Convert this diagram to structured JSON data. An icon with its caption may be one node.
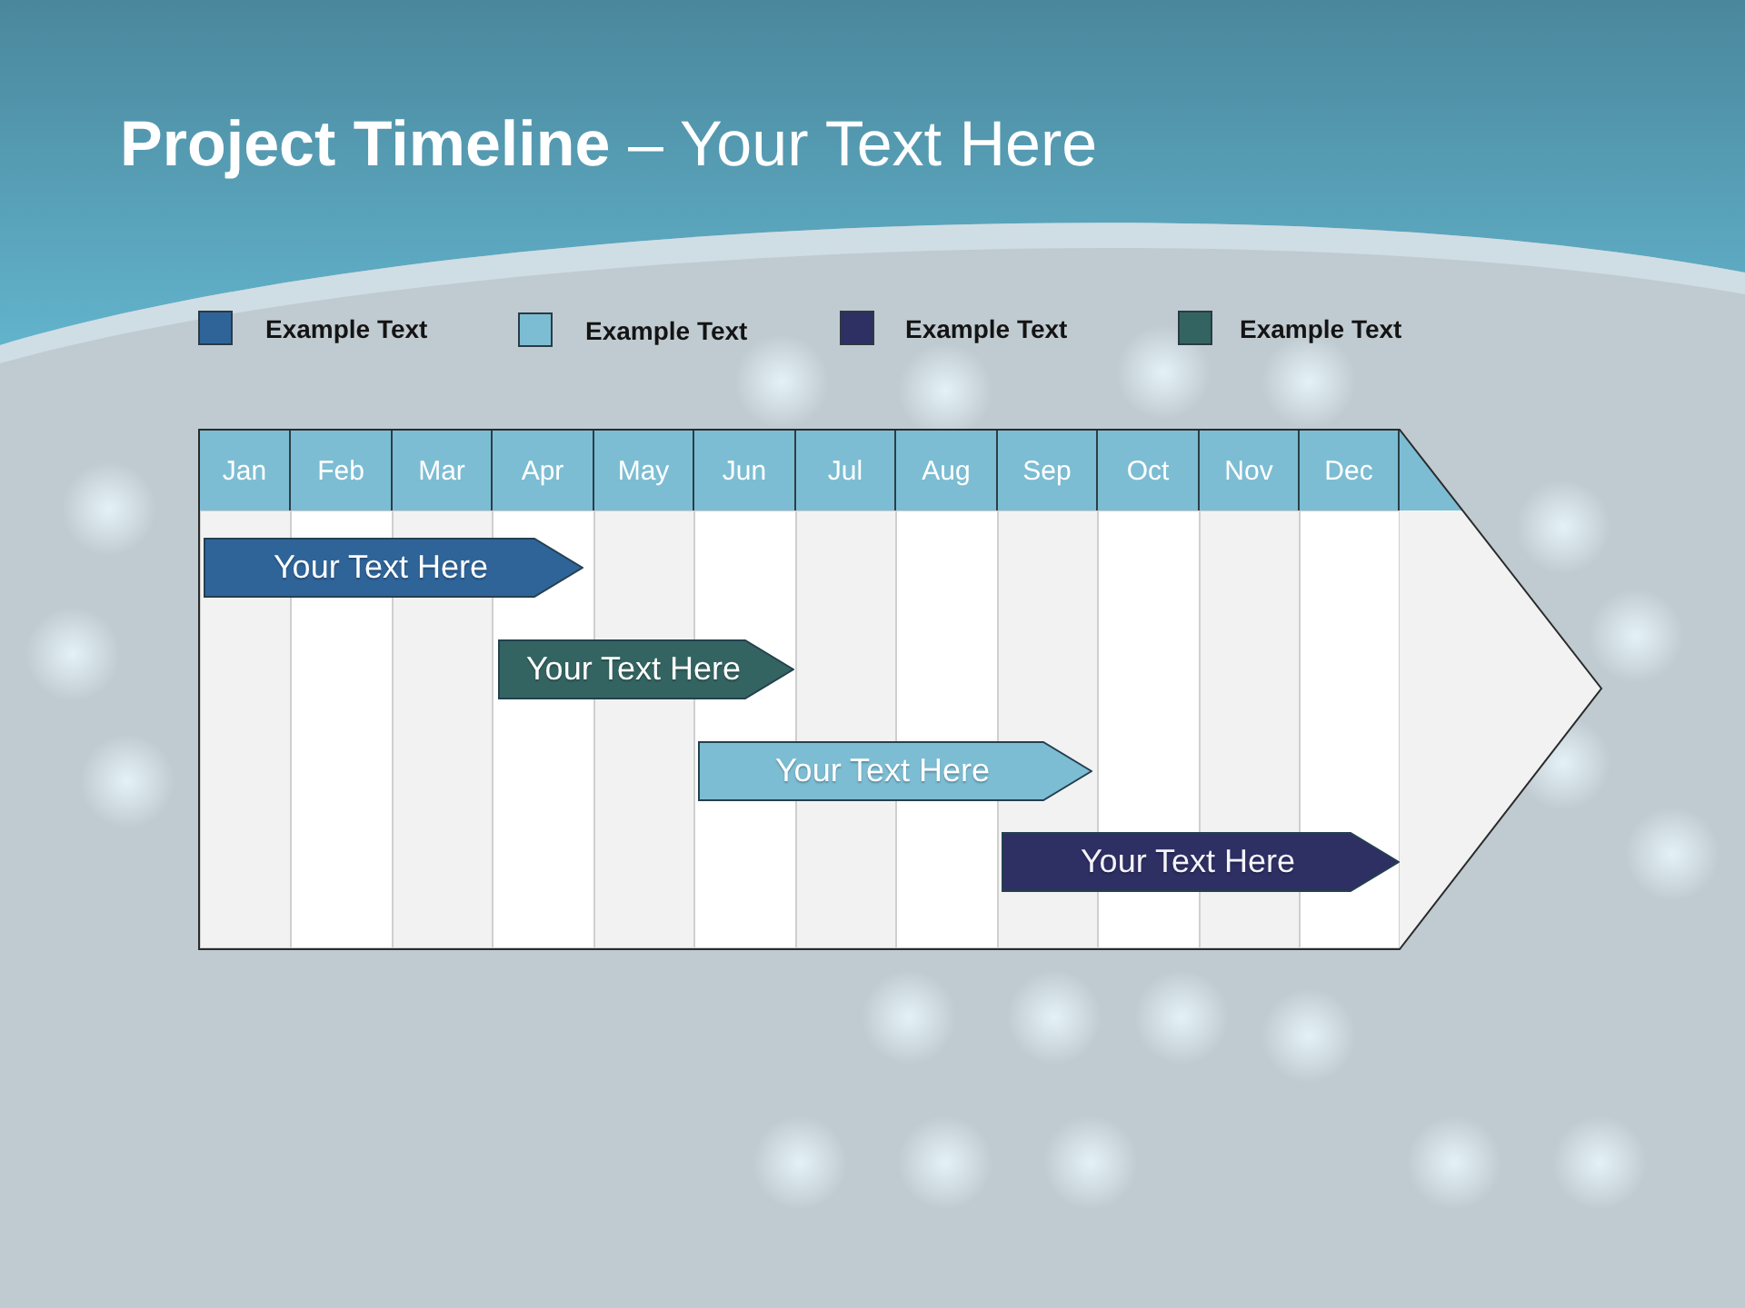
{
  "diagram": {
    "title": "**Project Timeline** – Your Text Here",
    "nodes": [
      {
        "text": [],
        "shape": "arrow"
      },
      {
        "text": [
          "Jan"
        ],
        "in": 0
      },
      {
        "text": [
          "Feb"
        ],
        "in": 0
      },
      {
        "text": [
          "Mar"
        ],
        "in": 0
      },
      {
        "text": [
          "Apr"
        ],
        "in": 0
      },
      {
        "text": [
          "May"
        ],
        "in": 0
      },
      {
        "text": [
          "Jun"
        ],
        "in": 0
      },
      {
        "text": [
          "Jul"
        ],
        "in": 0
      },
      {
        "text": [
          "Aug"
        ],
        "in": 0
      },
      {
        "text": [
          "Sep"
        ],
        "in": 0
      },
      {
        "text": [
          "Oct"
        ],
        "in": 0
      },
      {
        "text": [
          "Nov"
        ],
        "in": 0
      },
      {
        "text": [
          "Dec"
        ],
        "in": 0
      },
      {
        "text": [
          "Your Text Here"
        ],
        "in": 0
      },
      {
        "text": [
          "Your Text Here"
        ],
        "in": 0
      },
      {
        "text": [
          "Your Text Here"
        ],
        "in": 0
      },
      {
        "text": [
          "Your Text Here"
        ],
        "in": 0
      }
    ],
    "legend": [
      {
        "text": "Example Text",
        "color": "#2f6499"
      },
      {
        "text": "Example Text",
        "color": "#7cbdd3"
      },
      {
        "text": "Example Text",
        "color": "#2e2f63"
      },
      {
        "text": "Example Text",
        "color": "#346461"
      }
    ]
  }
}
